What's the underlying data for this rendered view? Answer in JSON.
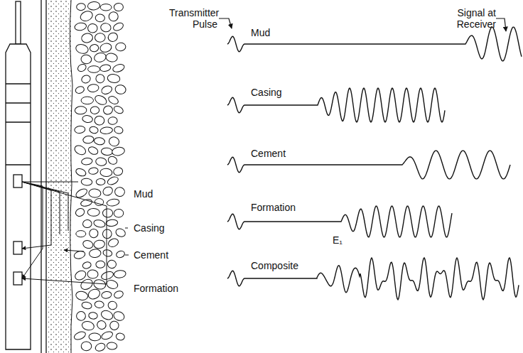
{
  "diagram": {
    "labels": [
      "Transmitter Pulse",
      "Signal at Receiver",
      "Mud",
      "Casing",
      "Cement",
      "Mud",
      "Formation",
      "Casing",
      "E₁",
      "Cement",
      "Composite",
      "Formation"
    ]
  }
}
